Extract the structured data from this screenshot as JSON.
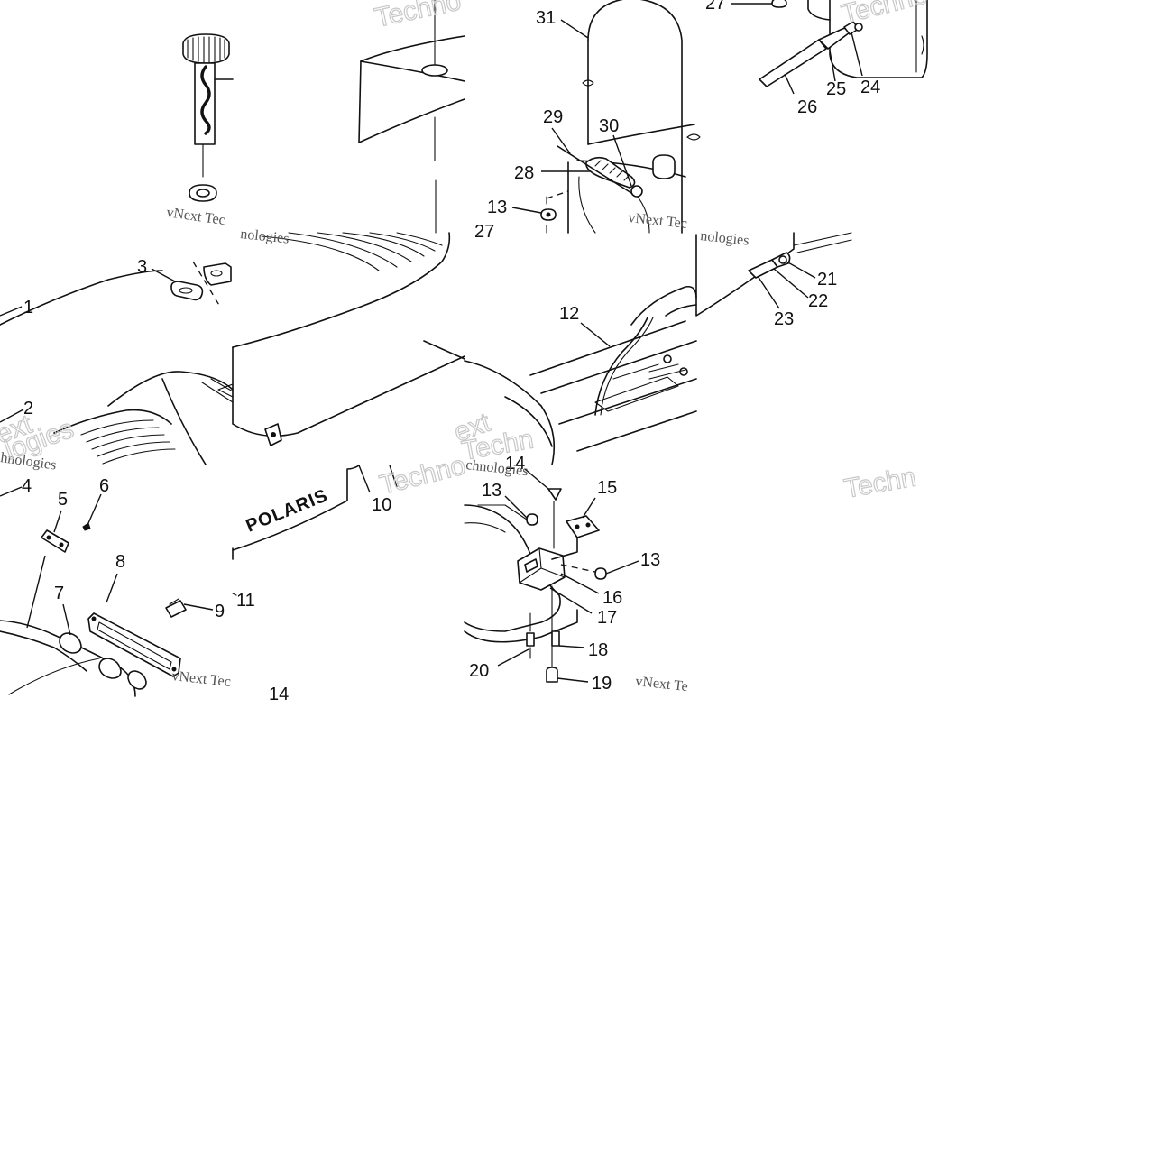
{
  "diagram": {
    "callouts": [
      "1",
      "2",
      "3",
      "4",
      "5",
      "6",
      "7",
      "8",
      "9",
      "10",
      "11",
      "12",
      "13",
      "13",
      "13",
      "14",
      "14",
      "15",
      "16",
      "17",
      "18",
      "19",
      "20",
      "21",
      "22",
      "23",
      "24",
      "25",
      "26",
      "27",
      "27",
      "28",
      "29",
      "30",
      "31"
    ],
    "logo_text": "POLARIS",
    "watermarks": {
      "vnext_1": "vNext Tec",
      "vnext_2": "vNext Tec",
      "vnext_3": "vNext Tec",
      "vnext_4": "vNext Te",
      "technologies_1": "nologies",
      "technologies_2": "nologies",
      "technologies_3": "hnologies",
      "technologies_4": "chnologies",
      "techn_big_1": "Techno",
      "techn_big_2": "Techn",
      "techn_big_3": "Techno",
      "techn_big_4": "Techno",
      "techn_big_5": "Techn",
      "next_big_1": "ext",
      "next_big_2": "ext",
      "logies_big": "logies"
    }
  }
}
